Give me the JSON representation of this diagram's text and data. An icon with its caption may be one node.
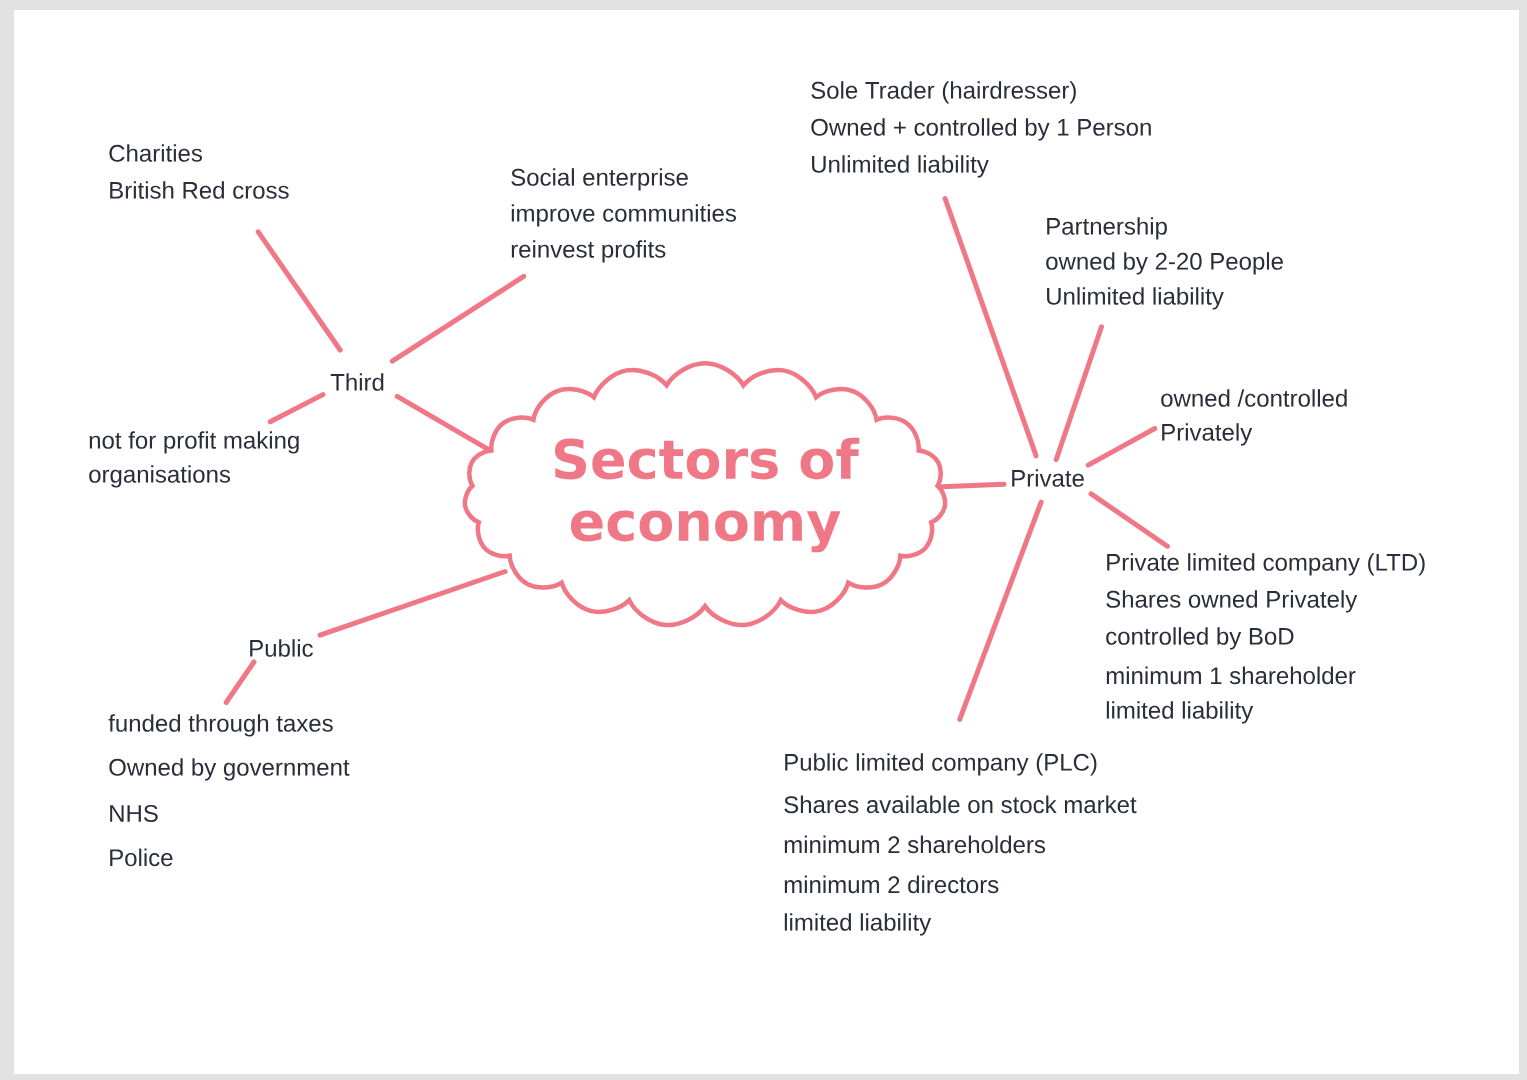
{
  "diagram": {
    "nodes": [
      {
        "text": [
          "Sectors of economy"
        ]
      },
      {
        "text": [
          "Third"
        ]
      },
      {
        "text": [
          "Charities",
          "British Red cross"
        ]
      },
      {
        "text": [
          "Social enterprise",
          "improve communities",
          "reinvest profits"
        ]
      },
      {
        "text": [
          "not for profit making organisations"
        ]
      },
      {
        "text": [
          "Public"
        ]
      },
      {
        "text": [
          "funded through taxes",
          "Owned by government",
          "NHS",
          "Police"
        ]
      },
      {
        "text": [
          "Private"
        ]
      },
      {
        "text": [
          "Sole Trader (hairdresser)",
          "Owned + controlled by 1 Person",
          "Unlimited liability"
        ]
      },
      {
        "text": [
          "Partnership",
          "owned by 2-20 People",
          "Unlimited liability"
        ]
      },
      {
        "text": [
          "owned /controlled Privately"
        ]
      },
      {
        "text": [
          "Private limited company (LTD)",
          "Shares owned Privately",
          "controlled by BoD",
          "minimum 1 shareholder",
          "limited liability"
        ]
      },
      {
        "text": [
          "Public limited company (PLC)",
          "Shares available on stock market",
          "minimum 2 shareholders",
          "minimum 2 directors",
          "limited liability"
        ]
      }
    ],
    "edges": [
      {
        "from": 0,
        "to": 1,
        "arrow": "none"
      },
      {
        "from": 1,
        "to": 2,
        "arrow": "none"
      },
      {
        "from": 1,
        "to": 3,
        "arrow": "none"
      },
      {
        "from": 1,
        "to": 4,
        "arrow": "none"
      },
      {
        "from": 0,
        "to": 5,
        "arrow": "none"
      },
      {
        "from": 5,
        "to": 6,
        "arrow": "none"
      },
      {
        "from": 0,
        "to": 7,
        "arrow": "none"
      },
      {
        "from": 7,
        "to": 8,
        "arrow": "none"
      },
      {
        "from": 7,
        "to": 9,
        "arrow": "none"
      },
      {
        "from": 7,
        "to": 10,
        "arrow": "none"
      },
      {
        "from": 7,
        "to": 11,
        "arrow": "none"
      },
      {
        "from": 7,
        "to": 12,
        "arrow": "none"
      }
    ]
  }
}
